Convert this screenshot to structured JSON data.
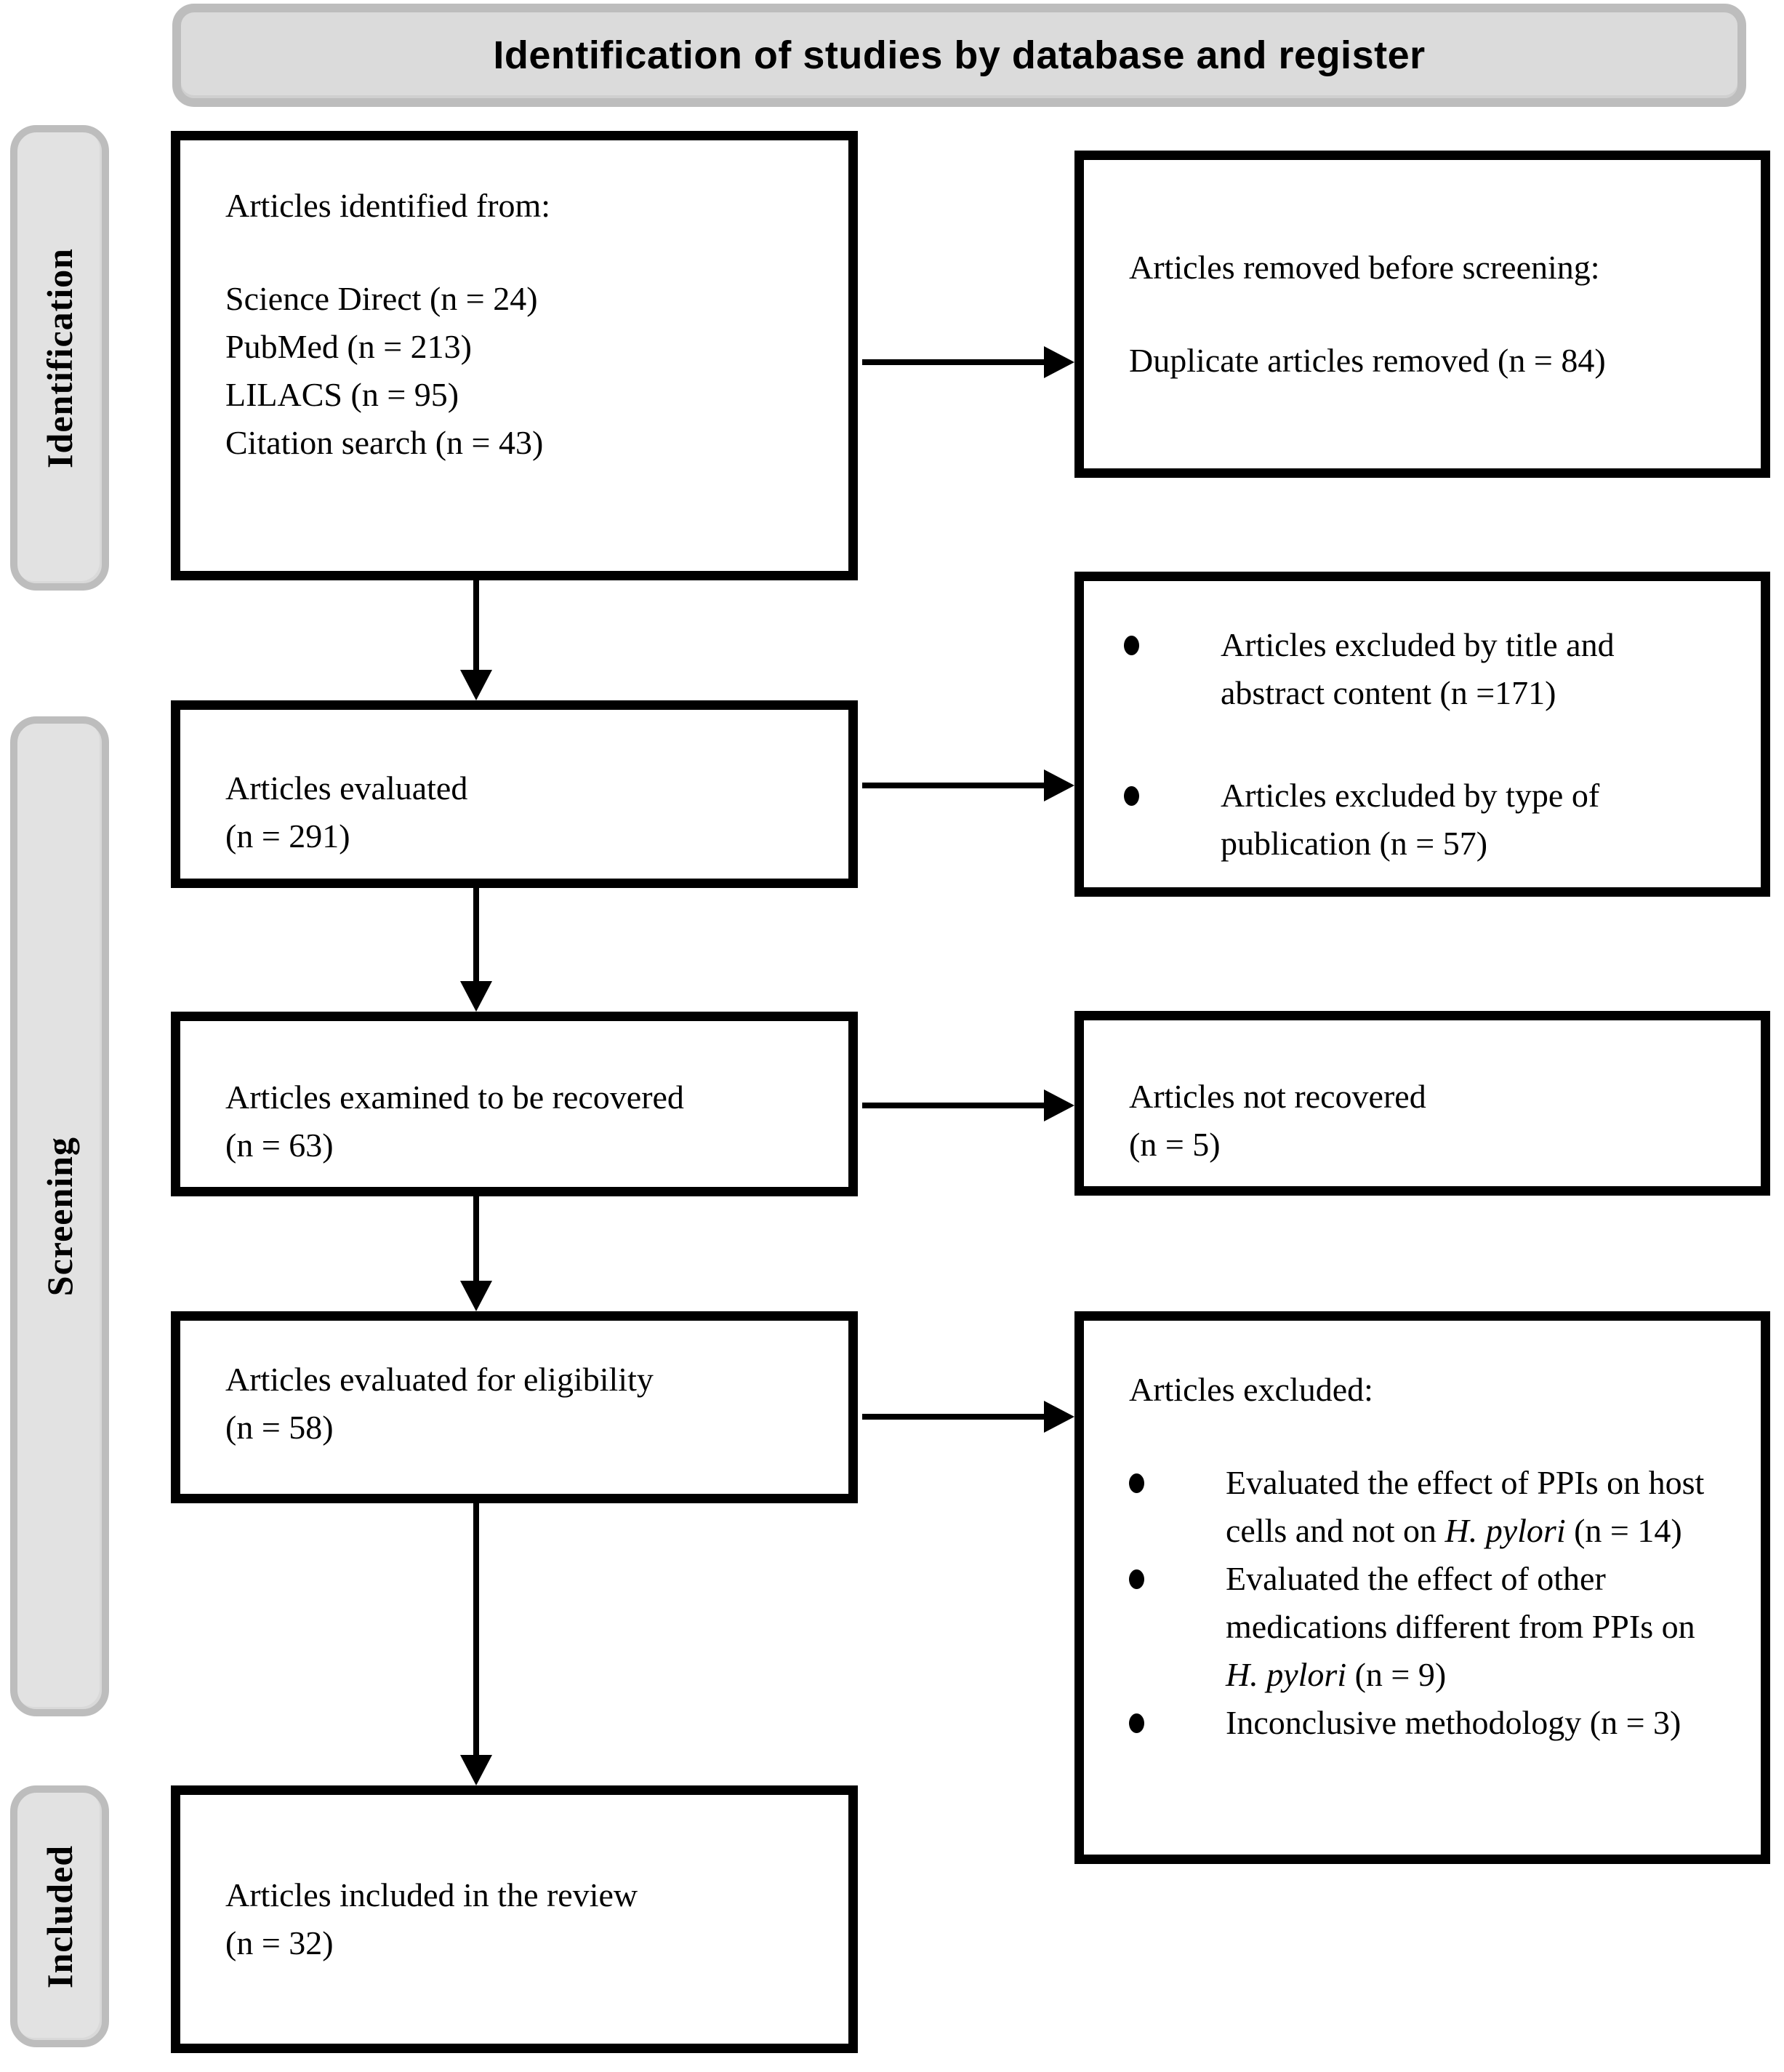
{
  "header": {
    "title": "Identification of studies by database and register"
  },
  "sidebar": {
    "identification_label": "Identification",
    "screening_label": "Screening",
    "included_label": "Included"
  },
  "flow": {
    "identified": {
      "heading": "Articles identified from:",
      "sources": [
        "Science Direct (n = 24)",
        "PubMed (n = 213)",
        "LILACS (n = 95)",
        "Citation search (n = 43)"
      ]
    },
    "removed_before_screening": {
      "heading": "Articles removed before screening:",
      "detail": "Duplicate articles removed (n = 84)"
    },
    "evaluated": {
      "line1": "Articles evaluated",
      "line2": "(n = 291)"
    },
    "excluded_screening": {
      "bullets": [
        "Articles excluded by title and abstract content (n =171)",
        "Articles excluded by type of publication (n = 57)"
      ]
    },
    "examined": {
      "line1": "Articles examined to be recovered",
      "line2": "(n = 63)"
    },
    "not_recovered": {
      "line1": "Articles not recovered",
      "line2": "(n = 5)"
    },
    "eligibility": {
      "line1": "Articles evaluated for eligibility",
      "line2": "(n = 58)"
    },
    "excluded_eligibility": {
      "heading": "Articles excluded:",
      "bullet1_pre": "Evaluated the effect of PPIs on host cells and not on ",
      "bullet1_italic": "H. pylori",
      "bullet1_post": " (n = 14)",
      "bullet2_pre": "Evaluated the effect of other medications different from PPIs on ",
      "bullet2_italic": "H. pylori",
      "bullet2_post": " (n = 9)",
      "bullet3": "Inconclusive methodology (n = 3)"
    },
    "included": {
      "line1": "Articles included in the review",
      "line2": "(n = 32)"
    }
  },
  "colors": {
    "box_border": "#000000",
    "arrow": "#000000",
    "text": "#000000",
    "panel_fill": "#e2e2e2",
    "panel_border": "#bdbdbd",
    "title_fill": "#dbdbdb"
  }
}
